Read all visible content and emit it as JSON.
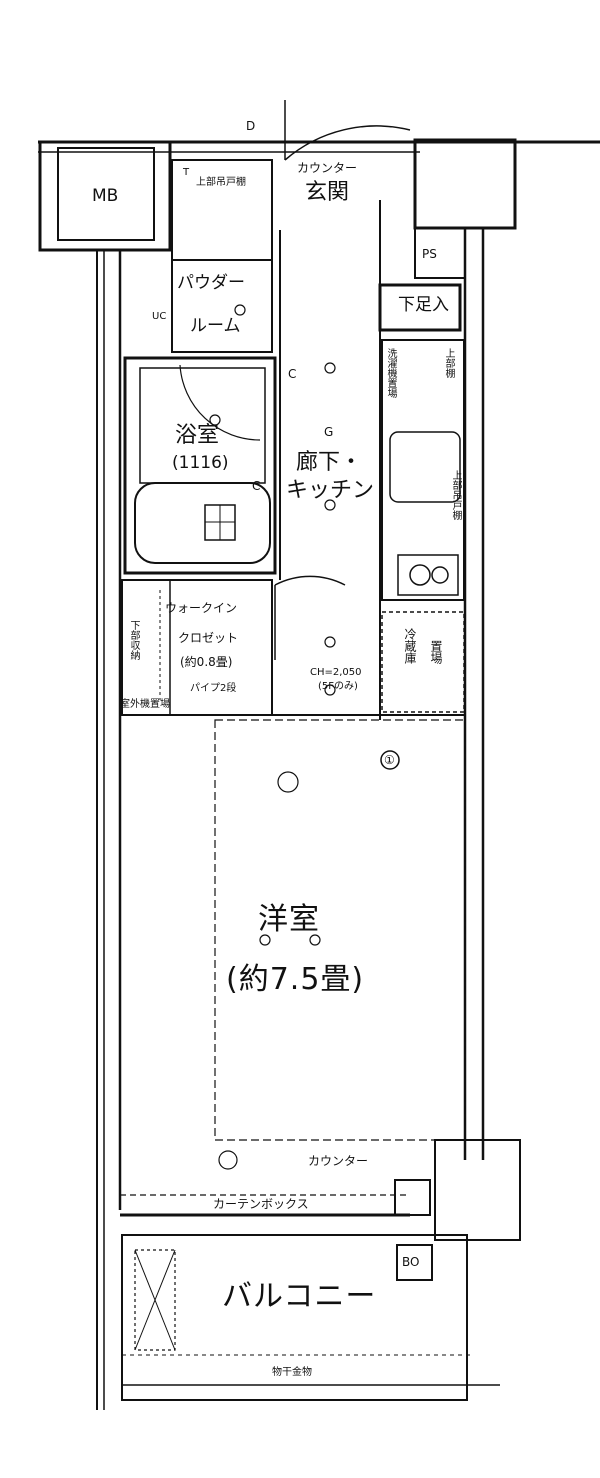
{
  "plan": {
    "rooms": {
      "mb": "MB",
      "ps": "PS",
      "shoe_box": "下足入",
      "counter_top": "カウンター",
      "entrance": "玄関",
      "powder_room_1": "パウダー",
      "powder_room_2": "ルーム",
      "bath_1": "浴室",
      "bath_2": "(1116)",
      "hall_kitchen_1": "廊下・",
      "hall_kitchen_2": "キッチン",
      "closet_1": "ウォークイン",
      "closet_2": "クロゼット",
      "closet_3": "(約0.8畳)",
      "closet_pipe": "パイプ2段",
      "western_1": "洋室",
      "western_2": "(約7.5畳)",
      "counter_bottom": "カウンター",
      "curtain_box": "カーテンボックス",
      "bo": "BO",
      "balcony": "バルコニー",
      "laundry_hardware": "物干金物",
      "ceiling_height_1": "CH=2,050",
      "ceiling_height_2": "(5Fのみ)",
      "fridge_1": "冷蔵庫",
      "fridge_2": "置場",
      "upper_storage": "上部棚",
      "washer_area": "洗濯機置場",
      "upper_cabinet": "上部吊戸棚",
      "outdoor_unit": "室外機置場",
      "upper_shelf_toilet": "上部吊戸棚",
      "lower_storage": "下部収納",
      "aircon_mark": "①",
      "g_mark": "G",
      "d_mark": "D",
      "c_mark_1": "C",
      "c_mark_2": "C",
      "uc_mark": "UC",
      "t_mark": "T"
    }
  }
}
